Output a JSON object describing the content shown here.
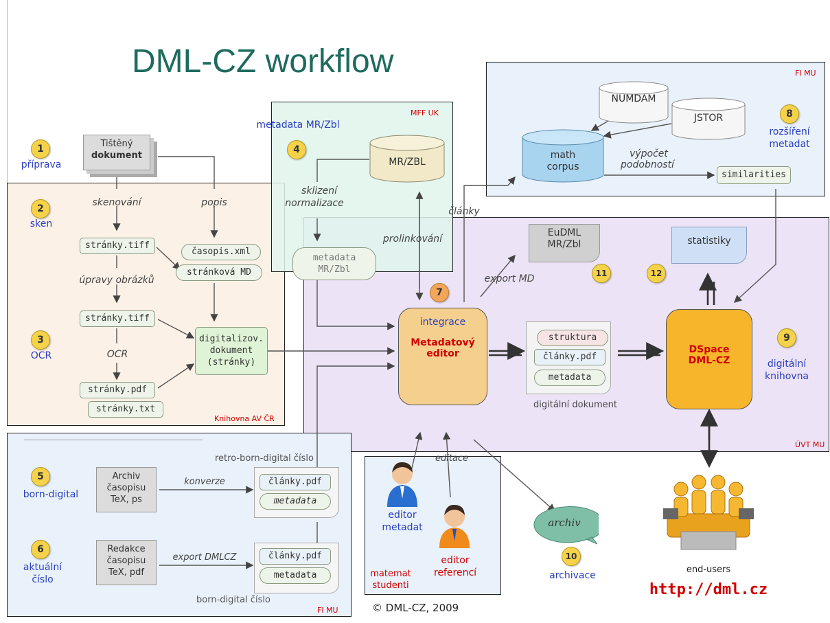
{
  "title": "DML-CZ workflow",
  "regions": {
    "knihovna": "Knihovna AV ČR",
    "mff": "MFF UK",
    "fimu_top": "FI MU",
    "uvt": "ÚVT MU",
    "fimu_bottom": "FI MU"
  },
  "steps": {
    "s1": {
      "num": "1",
      "label": "příprava"
    },
    "s2": {
      "num": "2",
      "label": "sken"
    },
    "s3": {
      "num": "3",
      "label": "OCR"
    },
    "s4": {
      "num": "4",
      "label": "metadata MR/Zbl"
    },
    "s5": {
      "num": "5",
      "label": "born-digital"
    },
    "s6": {
      "num": "6",
      "label_1": "aktuální",
      "label_2": "číslo"
    },
    "s7": {
      "num": "7"
    },
    "s8": {
      "num": "8",
      "label_1": "rozšíření",
      "label_2": "metadat"
    },
    "s9": {
      "num": "9",
      "label_1": "digitální",
      "label_2": "knihovna"
    },
    "s10": {
      "num": "10",
      "label": "archivace"
    },
    "s11": {
      "num": "11"
    },
    "s12": {
      "num": "12"
    }
  },
  "nodes": {
    "tisteny_1": "Tištěný",
    "tisteny_2": "dokument",
    "str_tiff1": "stránky.tiff",
    "str_tiff2": "stránky.tiff",
    "str_pdf": "stránky.pdf",
    "str_txt": "stránky.txt",
    "casopis_xml": "časopis.xml",
    "strankova_md": "stránková MD",
    "digi_1": "digitalizov.",
    "digi_2": "dokument",
    "digi_3": "(stránky)",
    "mrzbl_db": "MR/ZBL",
    "meta_mrzbl_1": "metadata",
    "meta_mrzbl_2": "MR/Zbl",
    "numdam": "NUMDAM",
    "jstor": "JSTOR",
    "math_1": "math",
    "math_2": "corpus",
    "similarities": "similarities",
    "eudml_1": "EuDML",
    "eudml_2": "MR/Zbl",
    "statistiky": "statistiky",
    "editor_integrace": "integrace",
    "editor_1": "Metadatový",
    "editor_2": "editor",
    "struktura": "struktura",
    "clanky_pdf_mid": "články.pdf",
    "metadata_mid": "metadata",
    "digi_doc_label": "digitální dokument",
    "dspace_1": "DSpace",
    "dspace_2": "DML-CZ",
    "archiv_5_1": "Archiv",
    "archiv_5_2": "časopisu",
    "archiv_5_3": "TeX, ps",
    "redakce_1": "Redakce",
    "redakce_2": "časopisu",
    "redakce_3": "TeX, pdf",
    "clanky_pdf_5": "články.pdf",
    "metadata_5": "metadata",
    "clanky_pdf_6": "články.pdf",
    "metadata_6": "metadata",
    "retro": "retro-born-digital číslo",
    "born": "born-digital číslo",
    "archiv_cloud": "archiv",
    "editor_metadat_1": "editor",
    "editor_metadat_2": "metadat",
    "editor_ref_1": "editor",
    "editor_ref_2": "referencí",
    "matemat_1": "matemat",
    "matemat_2": "studenti",
    "end_users": "end-users",
    "url": "http://dml.cz",
    "copyright": "© DML-CZ, 2009"
  },
  "edge_labels": {
    "skenovani": "skenování",
    "popis": "popis",
    "upravy": "úpravy obrázků",
    "ocr": "OCR",
    "sklizeni_1": "sklizení",
    "sklizeni_2": "normalizace",
    "prolinkovani": "prolinkování",
    "clanky": "články",
    "vypocet_1": "výpočet",
    "vypocet_2": "podobností",
    "export_md": "export MD",
    "konverze": "konverze",
    "export_dmlcz": "export DMLCZ",
    "editace": "editace"
  },
  "colors": {
    "title": "#1e6b5e",
    "step": "#f5d24a",
    "step7": "#f2a65a",
    "blue_label": "#2a3fbf",
    "red_label": "#d00000",
    "url": "#d00000"
  }
}
